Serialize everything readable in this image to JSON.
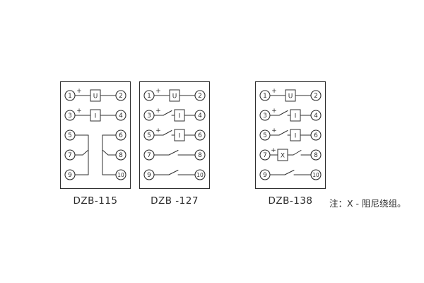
{
  "note": "注：X - 阻尼绕组。",
  "colors": {
    "ink": "#2f2f2f",
    "background": "#ffffff"
  },
  "diagrams": [
    {
      "label": "DZB-115",
      "contact_group": true,
      "rows": [
        {
          "type": "coil",
          "left": "1",
          "right": "2",
          "plus": true,
          "component": "U"
        },
        {
          "type": "coil",
          "left": "3",
          "right": "4",
          "plus": true,
          "component": "I"
        },
        {
          "type": "group-top",
          "left": "5",
          "right": "6"
        },
        {
          "type": "group-mid",
          "left": "7",
          "right": "8"
        },
        {
          "type": "group-bottom",
          "left": "9",
          "right": "10"
        }
      ]
    },
    {
      "label": "DZB -127",
      "rows": [
        {
          "type": "coil",
          "left": "1",
          "right": "2",
          "plus": true,
          "component": "U"
        },
        {
          "type": "switch-coil",
          "left": "3",
          "right": "4",
          "plus": true,
          "component": "I"
        },
        {
          "type": "switch-coil",
          "left": "5",
          "right": "6",
          "plus": true,
          "component": "I"
        },
        {
          "type": "switch",
          "left": "7",
          "right": "8"
        },
        {
          "type": "switch",
          "left": "9",
          "right": "10"
        }
      ]
    },
    {
      "label": "DZB-138",
      "rows": [
        {
          "type": "coil",
          "left": "1",
          "right": "2",
          "plus": true,
          "component": "U"
        },
        {
          "type": "switch-coil",
          "left": "3",
          "right": "4",
          "plus": true,
          "component": "I"
        },
        {
          "type": "switch-coil",
          "left": "5",
          "right": "6",
          "plus": true,
          "component": "I"
        },
        {
          "type": "x-switch",
          "left": "7",
          "right": "8",
          "plus": true,
          "component": "X"
        },
        {
          "type": "switch",
          "left": "9",
          "right": "10"
        }
      ]
    }
  ]
}
